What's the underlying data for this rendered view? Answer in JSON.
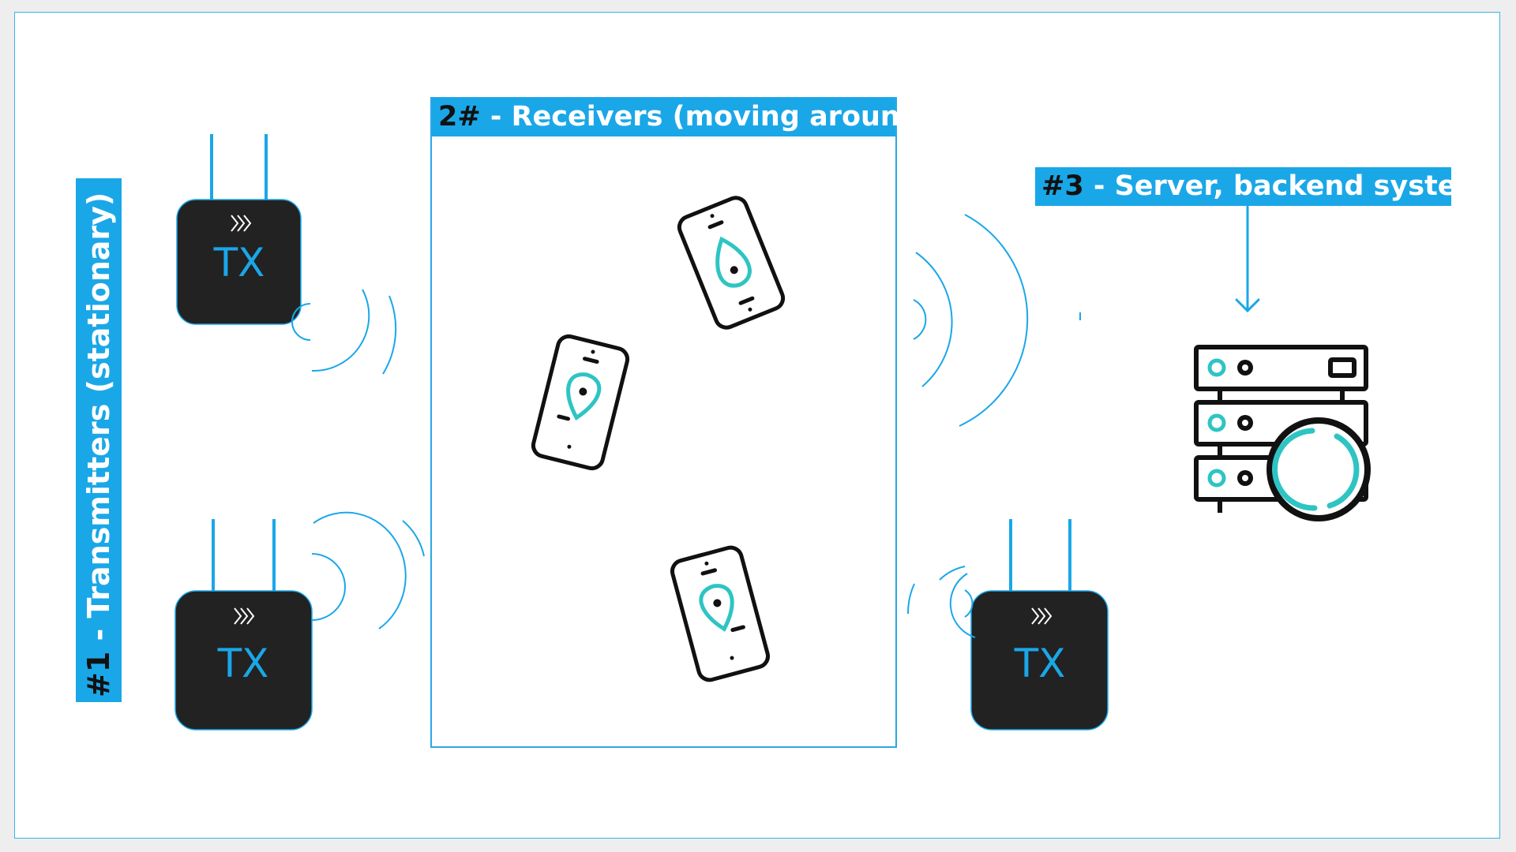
{
  "labels": {
    "transmitters": {
      "number": "#1",
      "text": " - Transmitters (stationary)"
    },
    "receivers": {
      "number": "2#",
      "text": " - Receivers (moving around)"
    },
    "server": {
      "number": "#3",
      "text": " - Server, backend system"
    }
  },
  "transmitters": [
    {
      "label": "TX"
    },
    {
      "label": "TX"
    },
    {
      "label": "TX"
    }
  ],
  "receivers_count": 3,
  "icons": {
    "transmitter": "router-icon",
    "receiver": "phone-location-icon",
    "server": "server-rack-icon",
    "signal": "signal-waves-icon",
    "arrow": "arrow-down-icon"
  },
  "colors": {
    "accent_blue": "#1aa7e8",
    "teal": "#2ec4c4",
    "device_dark": "#222222",
    "frame_border": "#3ab3e8"
  }
}
